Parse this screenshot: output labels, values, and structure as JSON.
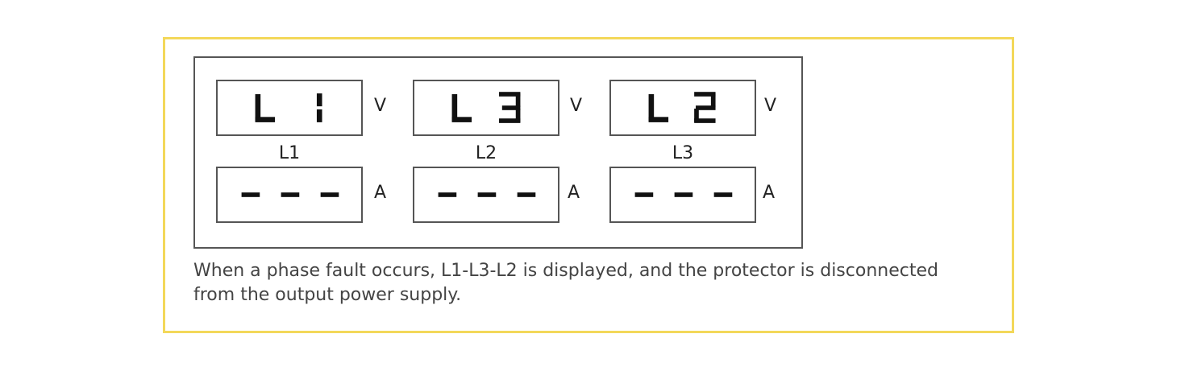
{
  "diagram": {
    "voltage_displays": [
      {
        "text": "L 1",
        "unit": "V",
        "phase": "L1"
      },
      {
        "text": "L 3",
        "unit": "V",
        "phase": "L2"
      },
      {
        "text": "L 2",
        "unit": "V",
        "phase": "L3"
      }
    ],
    "current_displays": [
      {
        "text": "- - -",
        "unit": "A"
      },
      {
        "text": "- - -",
        "unit": "A"
      },
      {
        "text": "- - -",
        "unit": "A"
      }
    ],
    "caption": "When a phase fault occurs, L1-L3-L2 is displayed, and the protector is disconnected from the output power supply.",
    "colors": {
      "frame_border": "#f3d85a",
      "panel_border": "#555555",
      "text": "#222222",
      "caption_text": "#444444"
    }
  }
}
